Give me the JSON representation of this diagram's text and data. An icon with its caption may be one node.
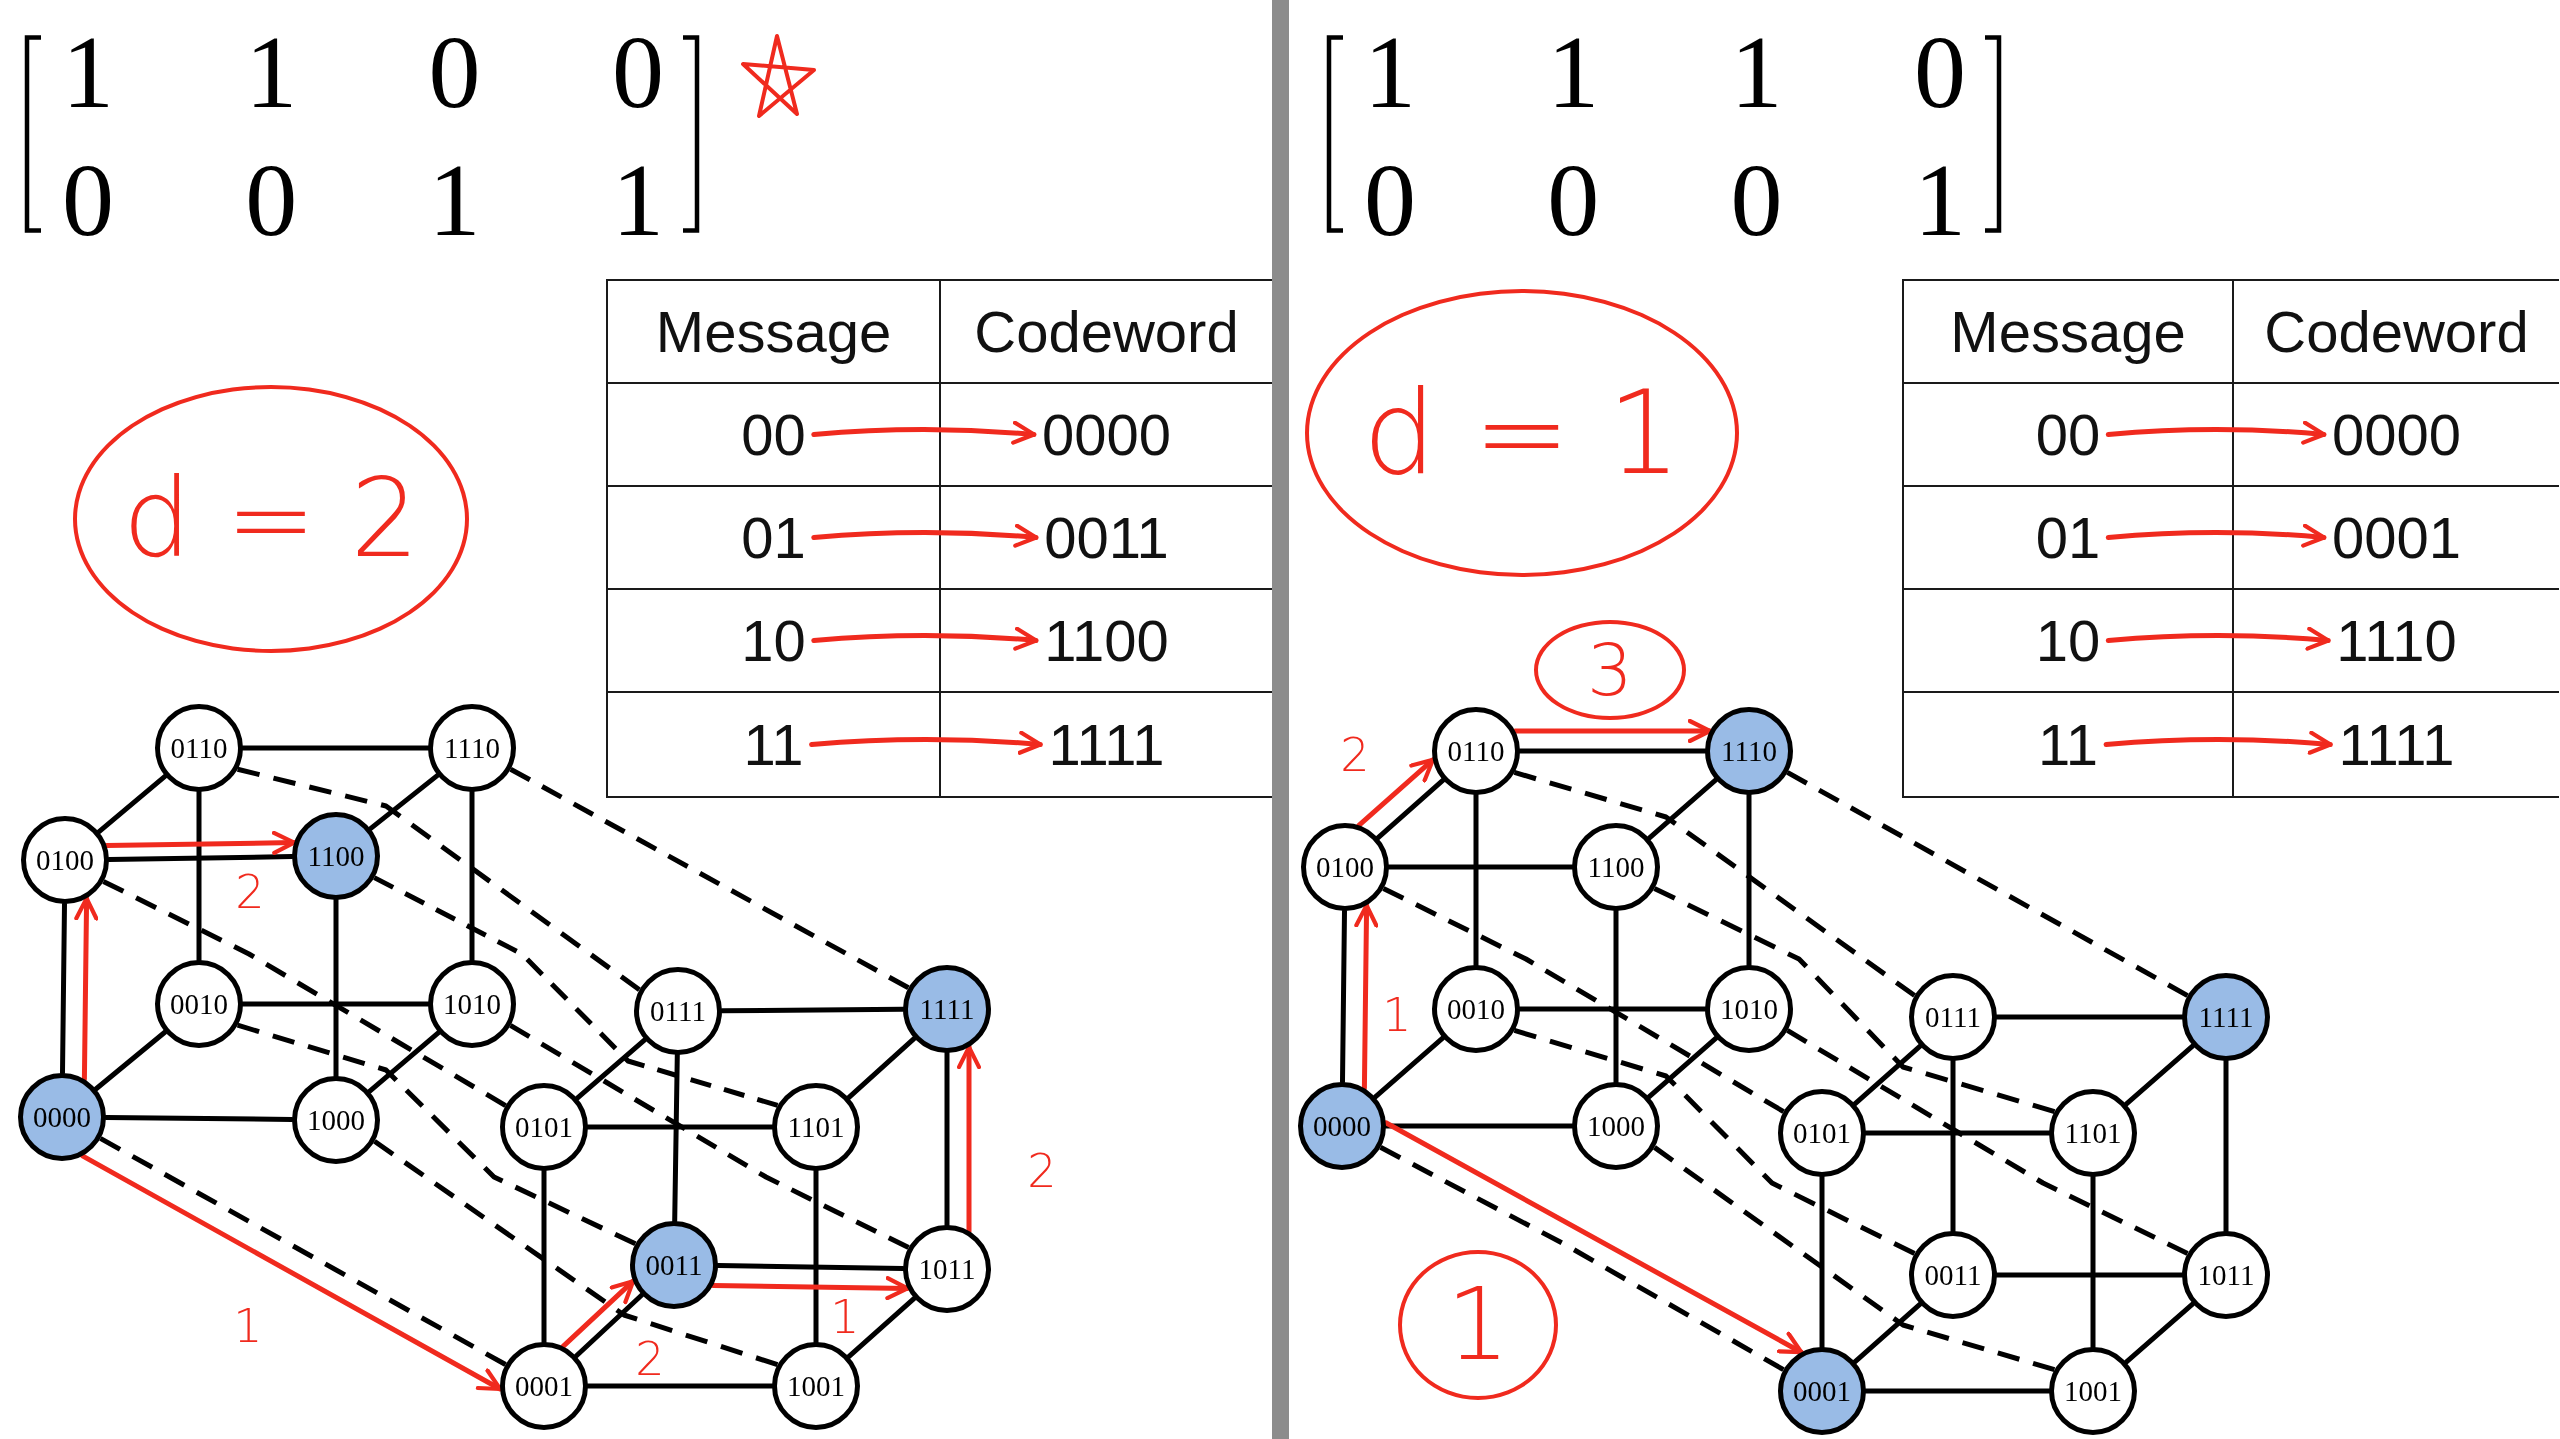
{
  "diagram": {
    "nodes": [
      {
        "text": [
          "d = 2"
        ]
      },
      {
        "text": [
          "00"
        ]
      },
      {
        "text": [
          "0000"
        ]
      },
      {
        "text": [
          "01"
        ]
      },
      {
        "text": [
          "0011"
        ]
      },
      {
        "text": [
          "10"
        ]
      },
      {
        "text": [
          "1100"
        ]
      },
      {
        "text": [
          "11"
        ]
      },
      {
        "text": [
          "1111"
        ]
      },
      {
        "text": [
          "0110"
        ]
      },
      {
        "text": [
          "1110"
        ]
      },
      {
        "text": [
          "0100"
        ]
      },
      {
        "text": [
          "1100"
        ]
      },
      {
        "text": [
          "0010"
        ]
      },
      {
        "text": [
          "1010"
        ]
      },
      {
        "text": [
          "0111"
        ]
      },
      {
        "text": [
          "1111"
        ]
      },
      {
        "text": [
          "0000"
        ]
      },
      {
        "text": [
          "1000"
        ]
      },
      {
        "text": [
          "0101"
        ]
      },
      {
        "text": [
          "1101"
        ]
      },
      {
        "text": [
          "0011"
        ]
      },
      {
        "text": [
          "1011"
        ]
      },
      {
        "text": [
          "0001"
        ]
      },
      {
        "text": [
          "1001"
        ]
      },
      {
        "text": [
          "d = 1"
        ]
      },
      {
        "text": [
          "00"
        ]
      },
      {
        "text": [
          "0000"
        ]
      },
      {
        "text": [
          "01"
        ]
      },
      {
        "text": [
          "0001"
        ]
      },
      {
        "text": [
          "10"
        ]
      },
      {
        "text": [
          "1110"
        ]
      },
      {
        "text": [
          "11"
        ]
      },
      {
        "text": [
          "1111"
        ]
      },
      {
        "text": [
          "3"
        ]
      },
      {
        "text": [
          "0110"
        ]
      },
      {
        "text": [
          "1110"
        ]
      },
      {
        "text": [
          "0100"
        ]
      },
      {
        "text": [
          "1100"
        ]
      },
      {
        "text": [
          "0010"
        ]
      },
      {
        "text": [
          "1010"
        ]
      },
      {
        "text": [
          "0111"
        ]
      },
      {
        "text": [
          "1111"
        ]
      },
      {
        "text": [
          "0000"
        ]
      },
      {
        "text": [
          "1000"
        ]
      },
      {
        "text": [
          "0101"
        ]
      },
      {
        "text": [
          "1101"
        ]
      },
      {
        "text": [
          "0011"
        ]
      },
      {
        "text": [
          "1011"
        ]
      },
      {
        "text": [
          "1"
        ]
      },
      {
        "text": [
          "0001"
        ]
      },
      {
        "text": [
          "1001"
        ]
      }
    ],
    "edges": [
      {
        "from": 17,
        "to": 18,
        "arrow": "none"
      },
      {
        "from": 11,
        "to": 12,
        "arrow": "none"
      },
      {
        "from": 13,
        "to": 14,
        "arrow": "none"
      },
      {
        "from": 9,
        "to": 10,
        "arrow": "none"
      },
      {
        "from": 17,
        "to": 11,
        "arrow": "none"
      },
      {
        "from": 18,
        "to": 12,
        "arrow": "none"
      },
      {
        "from": 13,
        "to": 9,
        "arrow": "none"
      },
      {
        "from": 14,
        "to": 10,
        "arrow": "none"
      },
      {
        "from": 17,
        "to": 13,
        "arrow": "none"
      },
      {
        "from": 18,
        "to": 14,
        "arrow": "none"
      },
      {
        "from": 11,
        "to": 9,
        "arrow": "none"
      },
      {
        "from": 12,
        "to": 10,
        "arrow": "none"
      },
      {
        "from": 23,
        "to": 24,
        "arrow": "none"
      },
      {
        "from": 19,
        "to": 20,
        "arrow": "none"
      },
      {
        "from": 21,
        "to": 22,
        "arrow": "none"
      },
      {
        "from": 15,
        "to": 16,
        "arrow": "none"
      },
      {
        "from": 23,
        "to": 19,
        "arrow": "none"
      },
      {
        "from": 24,
        "to": 20,
        "arrow": "none"
      },
      {
        "from": 21,
        "to": 15,
        "arrow": "none"
      },
      {
        "from": 22,
        "to": 16,
        "arrow": "none"
      },
      {
        "from": 23,
        "to": 21,
        "arrow": "none"
      },
      {
        "from": 24,
        "to": 22,
        "arrow": "none"
      },
      {
        "from": 19,
        "to": 15,
        "arrow": "none"
      },
      {
        "from": 20,
        "to": 16,
        "arrow": "none"
      },
      {
        "from": 17,
        "to": 23,
        "arrow": "none",
        "style": "dashed"
      },
      {
        "from": 18,
        "to": 24,
        "arrow": "none",
        "style": "dashed"
      },
      {
        "from": 11,
        "to": 19,
        "arrow": "none",
        "style": "dashed"
      },
      {
        "from": 12,
        "to": 20,
        "arrow": "none",
        "style": "dashed"
      },
      {
        "from": 13,
        "to": 21,
        "arrow": "none",
        "style": "dashed"
      },
      {
        "from": 14,
        "to": 22,
        "arrow": "none",
        "style": "dashed"
      },
      {
        "from": 9,
        "to": 15,
        "arrow": "none",
        "style": "dashed"
      },
      {
        "from": 10,
        "to": 16,
        "arrow": "none",
        "style": "dashed"
      },
      {
        "from": 1,
        "to": 2,
        "arrow": "to",
        "color": "#f02a1e"
      },
      {
        "from": 3,
        "to": 4,
        "arrow": "to",
        "color": "#f02a1e"
      },
      {
        "from": 5,
        "to": 6,
        "arrow": "to",
        "color": "#f02a1e"
      },
      {
        "from": 7,
        "to": 8,
        "arrow": "to",
        "color": "#f02a1e"
      },
      {
        "from": 17,
        "to": 11,
        "arrow": "to",
        "color": "#f02a1e"
      },
      {
        "from": 11,
        "to": 12,
        "arrow": "to",
        "label": "2",
        "color": "#f02a1e"
      },
      {
        "from": 17,
        "to": 23,
        "arrow": "to",
        "label": "1",
        "color": "#f02a1e"
      },
      {
        "from": 23,
        "to": 21,
        "arrow": "to",
        "label": "2",
        "color": "#f02a1e"
      },
      {
        "from": 21,
        "to": 22,
        "arrow": "to",
        "label": "1",
        "color": "#f02a1e"
      },
      {
        "from": 22,
        "to": 16,
        "arrow": "to",
        "label": "2",
        "color": "#f02a1e"
      },
      {
        "from": 43,
        "to": 44,
        "arrow": "none"
      },
      {
        "from": 37,
        "to": 38,
        "arrow": "none"
      },
      {
        "from": 39,
        "to": 40,
        "arrow": "none"
      },
      {
        "from": 35,
        "to": 36,
        "arrow": "none"
      },
      {
        "from": 43,
        "to": 37,
        "arrow": "none"
      },
      {
        "from": 44,
        "to": 38,
        "arrow": "none"
      },
      {
        "from": 39,
        "to": 35,
        "arrow": "none"
      },
      {
        "from": 40,
        "to": 36,
        "arrow": "none"
      },
      {
        "from": 43,
        "to": 39,
        "arrow": "none"
      },
      {
        "from": 44,
        "to": 40,
        "arrow": "none"
      },
      {
        "from": 37,
        "to": 35,
        "arrow": "none"
      },
      {
        "from": 38,
        "to": 36,
        "arrow": "none"
      },
      {
        "from": 50,
        "to": 51,
        "arrow": "none"
      },
      {
        "from": 45,
        "to": 46,
        "arrow": "none"
      },
      {
        "from": 47,
        "to": 48,
        "arrow": "none"
      },
      {
        "from": 41,
        "to": 42,
        "arrow": "none"
      },
      {
        "from": 50,
        "to": 45,
        "arrow": "none"
      },
      {
        "from": 51,
        "to": 46,
        "arrow": "none"
      },
      {
        "from": 47,
        "to": 41,
        "arrow": "none"
      },
      {
        "from": 48,
        "to": 42,
        "arrow": "none"
      },
      {
        "from": 50,
        "to": 47,
        "arrow": "none"
      },
      {
        "from": 51,
        "to": 48,
        "arrow": "none"
      },
      {
        "from": 45,
        "to": 41,
        "arrow": "none"
      },
      {
        "from": 46,
        "to": 42,
        "arrow": "none"
      },
      {
        "from": 43,
        "to": 50,
        "arrow": "none",
        "style": "dashed"
      },
      {
        "from": 44,
        "to": 51,
        "arrow": "none",
        "style": "dashed"
      },
      {
        "from": 37,
        "to": 45,
        "arrow": "none",
        "style": "dashed"
      },
      {
        "from": 38,
        "to": 46,
        "arrow": "none",
        "style": "dashed"
      },
      {
        "from": 39,
        "to": 47,
        "arrow": "none",
        "style": "dashed"
      },
      {
        "from": 40,
        "to": 48,
        "arrow": "none",
        "style": "dashed"
      },
      {
        "from": 35,
        "to": 41,
        "arrow": "none",
        "style": "dashed"
      },
      {
        "from": 36,
        "to": 42,
        "arrow": "none",
        "style": "dashed"
      },
      {
        "from": 26,
        "to": 27,
        "arrow": "to",
        "color": "#f02a1e"
      },
      {
        "from": 28,
        "to": 29,
        "arrow": "to",
        "color": "#f02a1e"
      },
      {
        "from": 30,
        "to": 31,
        "arrow": "to",
        "color": "#f02a1e"
      },
      {
        "from": 32,
        "to": 33,
        "arrow": "to",
        "color": "#f02a1e"
      },
      {
        "from": 43,
        "to": 37,
        "arrow": "to",
        "label": "1",
        "color": "#f02a1e"
      },
      {
        "from": 37,
        "to": 35,
        "arrow": "to",
        "label": "2",
        "color": "#f02a1e"
      },
      {
        "from": 35,
        "to": 36,
        "arrow": "to",
        "color": "#f02a1e"
      },
      {
        "from": 43,
        "to": 50,
        "arrow": "to",
        "color": "#f02a1e"
      }
    ],
    "labels": [
      "1",
      "1",
      "0",
      "0",
      "0",
      "0",
      "1",
      "1",
      "Message",
      "Codeword",
      "1",
      "1",
      "1",
      "0",
      "0",
      "0",
      "0",
      "1",
      "Message",
      "Codeword"
    ]
  }
}
